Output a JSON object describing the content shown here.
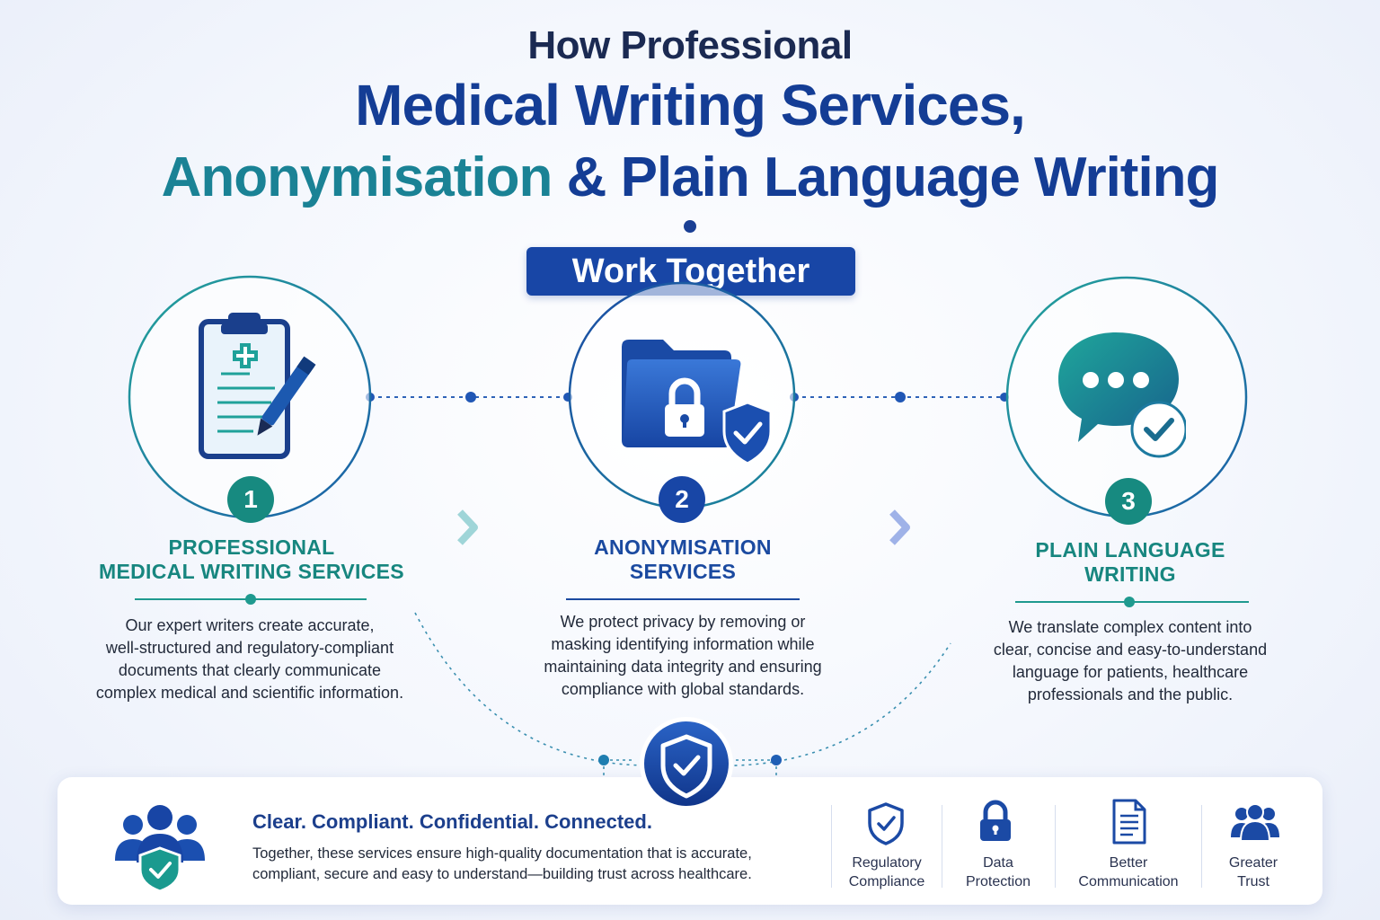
{
  "header": {
    "line1": "How Professional",
    "line2": "Medical Writing Services,",
    "line3_part1": "Anonymisation",
    "line3_part2": "& Plain Language Writing",
    "banner": "Work Together"
  },
  "steps": [
    {
      "number": "1",
      "title_line1": "PROFESSIONAL",
      "title_line2": "MEDICAL WRITING SERVICES",
      "desc_lines": [
        "Our expert writers create accurate,",
        "well-structured and regulatory-compliant",
        "documents that clearly communicate",
        "complex medical and scientific information."
      ],
      "icon": "clipboard-pen-icon"
    },
    {
      "number": "2",
      "title_line1": "ANONYMISATION",
      "title_line2": "SERVICES",
      "desc_lines": [
        "We protect privacy by removing or",
        "masking identifying information while",
        "maintaining data integrity and ensuring",
        "compliance with global standards."
      ],
      "icon": "locked-folder-shield-icon"
    },
    {
      "number": "3",
      "title_line1": "PLAIN LANGUAGE",
      "title_line2": "WRITING",
      "desc_lines": [
        "We translate complex content into",
        "clear, concise and easy-to-understand",
        "language for patients, healthcare",
        "professionals and the public."
      ],
      "icon": "chat-bubble-check-icon"
    }
  ],
  "panel": {
    "tagline": "Clear. Compliant. Confidential. Connected.",
    "desc_line1": "Together, these services ensure high-quality documentation that is accurate,",
    "desc_line2": "compliant, secure and easy to understand—building trust across healthcare.",
    "features": [
      {
        "line1": "Regulatory",
        "line2": "Compliance",
        "icon": "shield-check-icon"
      },
      {
        "line1": "Data",
        "line2": "Protection",
        "icon": "padlock-icon"
      },
      {
        "line1": "Better",
        "line2": "Communication",
        "icon": "document-icon"
      },
      {
        "line1": "Greater",
        "line2": "Trust",
        "icon": "people-group-icon"
      }
    ]
  },
  "colors": {
    "navy": "#143d95",
    "teal": "#1a8295",
    "banner": "#1846a6"
  }
}
